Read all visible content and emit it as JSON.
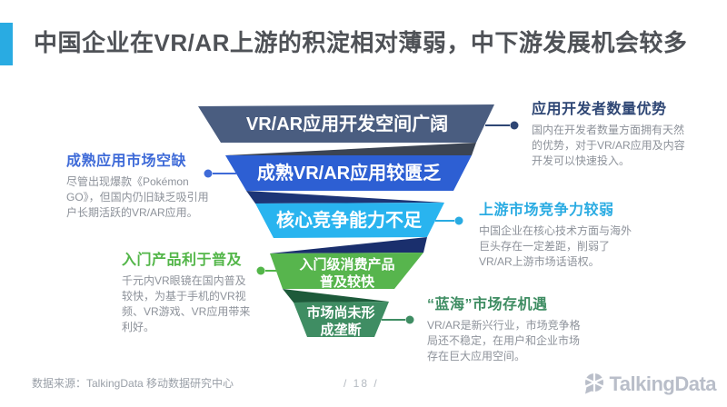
{
  "title": {
    "text": "中国企业在VR/AR上游的积淀相对薄弱，中下游发展机会较多",
    "accent_color": "#29abe2",
    "text_color": "#4f5257"
  },
  "funnel": {
    "layers": [
      {
        "label": "VR/AR应用开发空间广阔",
        "fill": "#4a5d80",
        "connector": "#2e4674"
      },
      {
        "label": "成熟VR/AR应用较匮乏",
        "fill": "#2d5fd3",
        "connector": "#3f6bd8"
      },
      {
        "label": "核心竞争能力不足",
        "fill": "#29b4ef",
        "connector": "#29abe2"
      },
      {
        "label": "入门级消费产品普及较快",
        "fill": "#57b54d",
        "connector": "#53b649"
      },
      {
        "label": "市场尚未形成垄断",
        "fill": "#3f8d63",
        "connector": "#3f8d63"
      }
    ]
  },
  "callouts": {
    "left": [
      {
        "heading": "成熟应用市场空缺",
        "heading_color": "#3f6bd8",
        "body": "尽管出现爆款《Pokémon GO》，但国内仍旧缺乏吸引用户长期活跃的VR/AR应用。"
      },
      {
        "heading": "入门产品利于普及",
        "heading_color": "#53b649",
        "body": "千元内VR眼镜在国内普及较快，为基于手机的VR视频、VR游戏、VR应用带来利好。"
      }
    ],
    "right": [
      {
        "heading": "应用开发者数量优势",
        "heading_color": "#2e4674",
        "body": "国内在开发者数量方面拥有天然的优势，对于VR/AR应用及内容开发可以快速投入。"
      },
      {
        "heading": "上游市场竞争力较弱",
        "heading_color": "#29abe2",
        "body": "中国企业在核心技术方面与海外巨头存在一定差距，削弱了VR/AR上游市场话语权。"
      },
      {
        "heading": "“蓝海”市场存机遇",
        "heading_color": "#3f8d63",
        "body": "VR/AR是新兴行业，市场竞争格局还不稳定，在用户和企业市场存在巨大应用空间。"
      }
    ]
  },
  "footer": {
    "source": "数据来源：TalkingData 移动数据研究中心",
    "page": "/ 18 /",
    "logo_text": "TalkingData"
  }
}
